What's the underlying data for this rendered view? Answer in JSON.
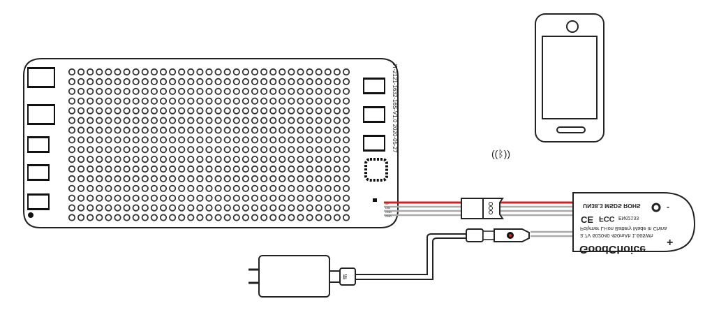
{
  "pcb": {
    "board_code": "JT-2121-1632-16S-V1.0  2020-05-27",
    "grid_cols": 31,
    "grid_rows": 16,
    "wire_labels": [
      "5V",
      "DIN",
      "GND",
      "GND"
    ]
  },
  "battery": {
    "line1": "UN38.3 MSDS ROHS",
    "ce": "CE",
    "fcc": "FCC",
    "code": "EN62133",
    "line3": "Polymer Li-ion Battery    Made in China",
    "line4": "3.7V 602040 450mAh 1.665Wh",
    "brand": "GoodChoice",
    "minus": "-",
    "plus": "+"
  },
  "colors": {
    "red_wire": "#d42020",
    "gray_wire": "#aaaaaa",
    "outline": "#222222"
  }
}
